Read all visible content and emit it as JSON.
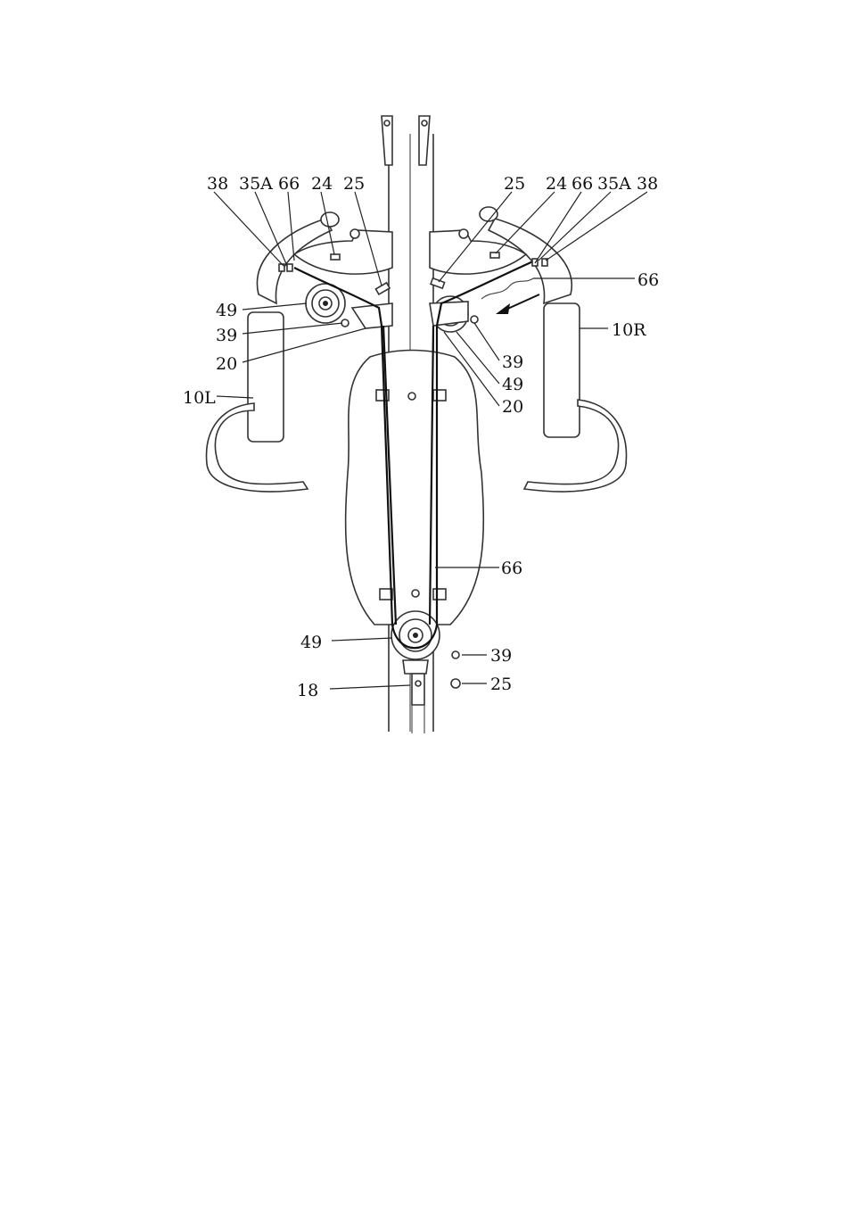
{
  "labels": {
    "l38": "38",
    "l35a": "35A",
    "l66": "66",
    "l24": "24",
    "l25": "25",
    "r25": "25",
    "r24": "24",
    "r66": "66",
    "r35a": "35A",
    "r38": "38",
    "r66b": "66",
    "l49": "49",
    "l39": "39",
    "l20": "20",
    "l10": "10L",
    "r10": "10R",
    "r39": "39",
    "r49": "49",
    "r20": "20",
    "c66": "66",
    "b49": "49",
    "b39": "39",
    "b25": "25",
    "b18": "18"
  }
}
